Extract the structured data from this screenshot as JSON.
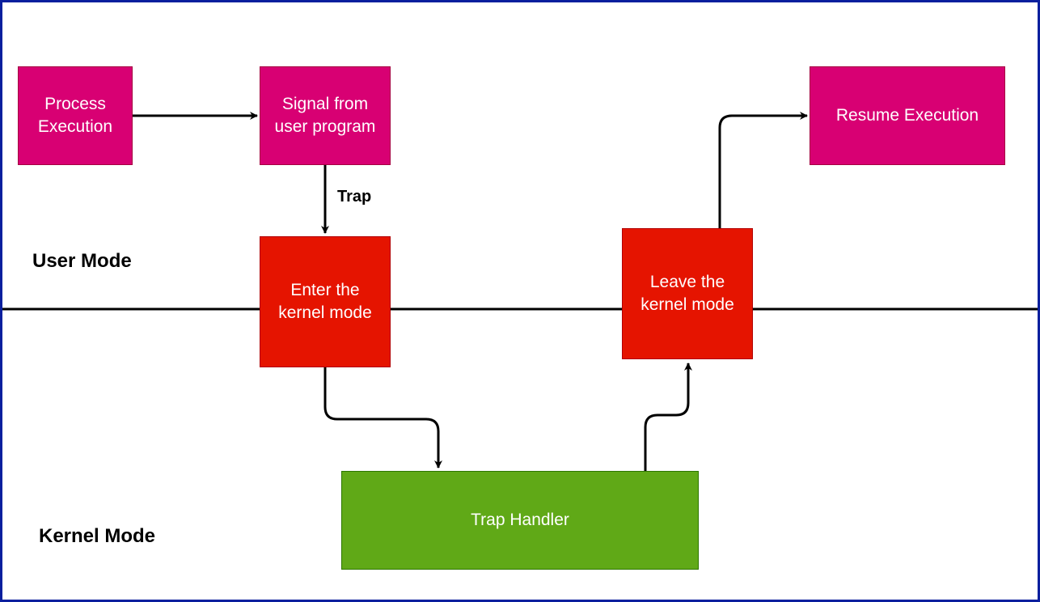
{
  "diagram": {
    "nodes": {
      "process_execution": "Process\nExecution",
      "signal_from_user": "Signal from\nuser program",
      "resume_execution": "Resume Execution",
      "enter_kernel": "Enter the\nkernel mode",
      "leave_kernel": "Leave the\nkernel mode",
      "trap_handler": "Trap Handler"
    },
    "edge_labels": {
      "trap": "Trap"
    },
    "regions": {
      "user_mode": "User Mode",
      "kernel_mode": "Kernel Mode"
    },
    "colors": {
      "user_node": "#d80073",
      "kernel_transition_node": "#e51400",
      "handler_node": "#60a917",
      "frame_border": "#0a1f9e"
    }
  }
}
